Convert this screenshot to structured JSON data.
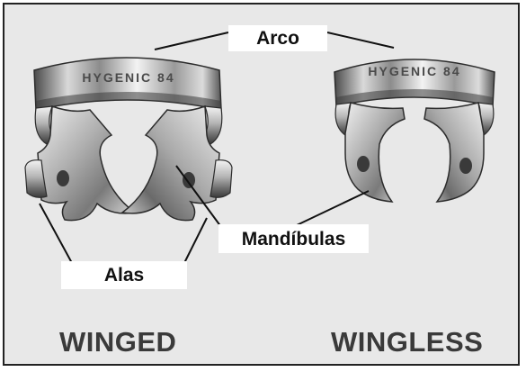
{
  "callouts": {
    "arco": "Arco",
    "mandibulas": "Mandíbulas",
    "alas": "Alas"
  },
  "engraving": {
    "winged": "HYGENIC 84",
    "wingless": "HYGENIC 84"
  },
  "captions": {
    "winged": "WINGED",
    "wingless": "WINGLESS"
  },
  "colors": {
    "panel_background": "#e8e8e8",
    "frame": "#222222",
    "caption_text": "#3a3a3a",
    "metal_light": "#f2f2f2",
    "metal_mid": "#a8a8a8",
    "metal_dark": "#3c3c3c"
  }
}
